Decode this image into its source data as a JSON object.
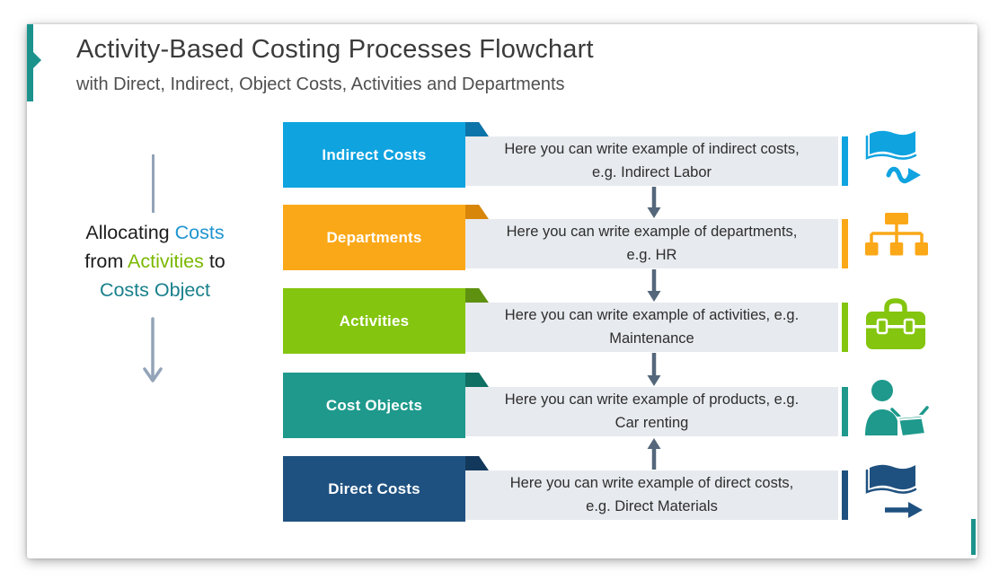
{
  "slide": {
    "title": "Activity-Based Costing Processes Flowchart",
    "subtitle": "with Direct, Indirect, Object Costs, Activities and Departments"
  },
  "allocation_note": {
    "line1_plain": "Allocating ",
    "line1_highlight": "Costs",
    "line2_plain_a": "from ",
    "line2_highlight": "Activities",
    "line2_plain_b": " to",
    "line3_highlight": "Costs Object"
  },
  "rows": [
    {
      "label": "Indirect Costs",
      "description": "Here you can write example of indirect costs,\ne.g. Indirect Labor",
      "color": "#0FA3E0",
      "fold_color": "#0C74A8",
      "icon": "flag-wavy-arrow-icon"
    },
    {
      "label": "Departments",
      "description": "Here you can write example of departments,\ne.g. HR",
      "color": "#FBA818",
      "fold_color": "#D8860A",
      "icon": "org-chart-icon"
    },
    {
      "label": "Activities",
      "description": "Here you can write example of activities, e.g.\nMaintenance",
      "color": "#84C50F",
      "fold_color": "#5F9110",
      "icon": "toolbox-icon"
    },
    {
      "label": "Cost Objects",
      "description": "Here you can write example of products, e.g.\nCar renting",
      "color": "#1E998C",
      "fold_color": "#0E6F62",
      "icon": "person-box-icon"
    },
    {
      "label": "Direct Costs",
      "description": "Here you can write example of direct costs,\ne.g. Direct Materials",
      "color": "#1F5180",
      "fold_color": "#12395C",
      "icon": "flag-straight-arrow-icon"
    }
  ],
  "colors": {
    "flow-arrow": "#54677B",
    "alloc-arrow": "#93A3B8",
    "desc-box-bg": "#E7EAEE",
    "accent-teal": "#1B938C",
    "highlight-blue": "#1E95D0",
    "highlight-green": "#7AB800",
    "highlight-teal": "#19808C"
  }
}
